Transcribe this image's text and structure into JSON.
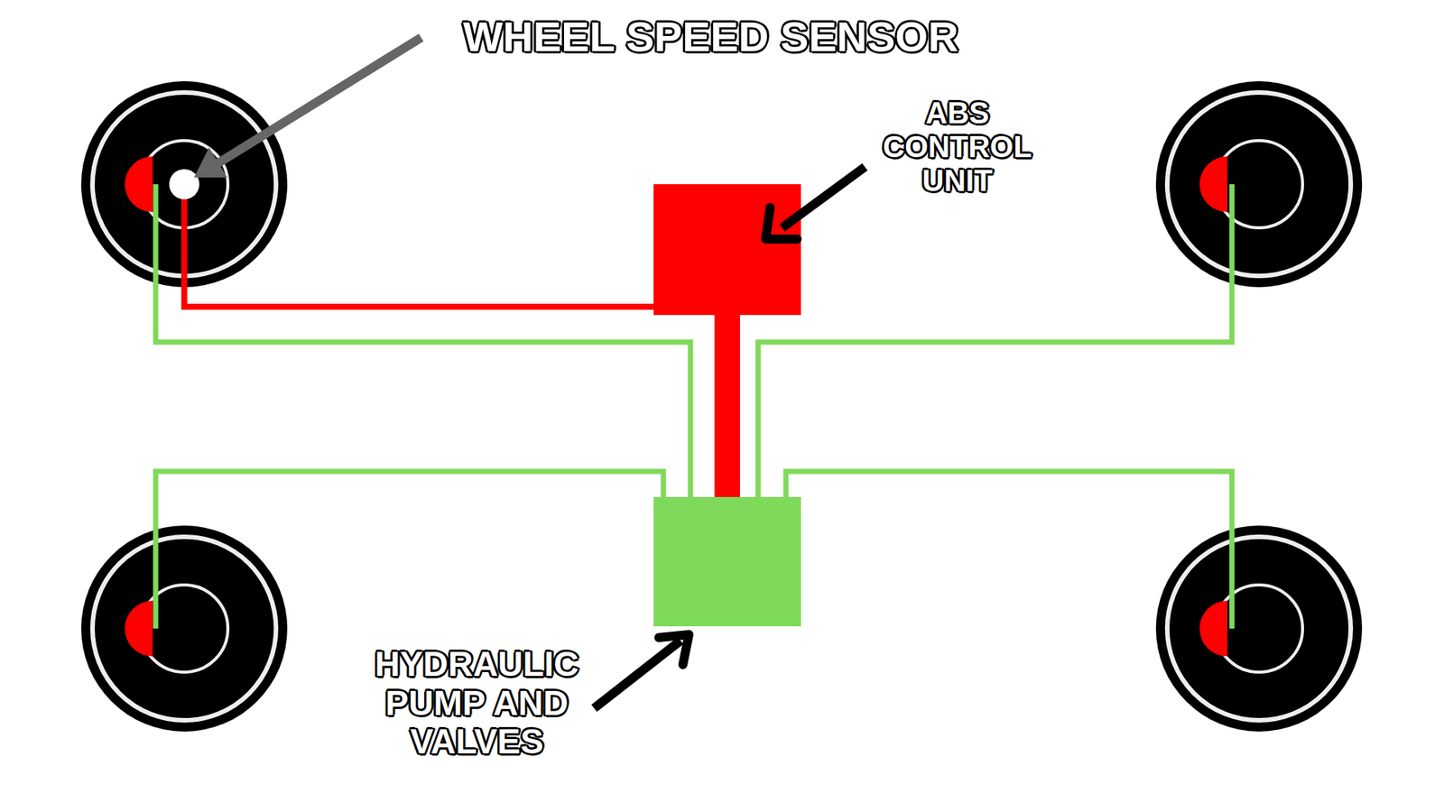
{
  "diagram": {
    "labels": [
      "WHEEL SPEED SENSOR",
      "ABS CONTROL UNIT",
      "HYDRAULIC PUMP AND VALVES"
    ]
  }
}
